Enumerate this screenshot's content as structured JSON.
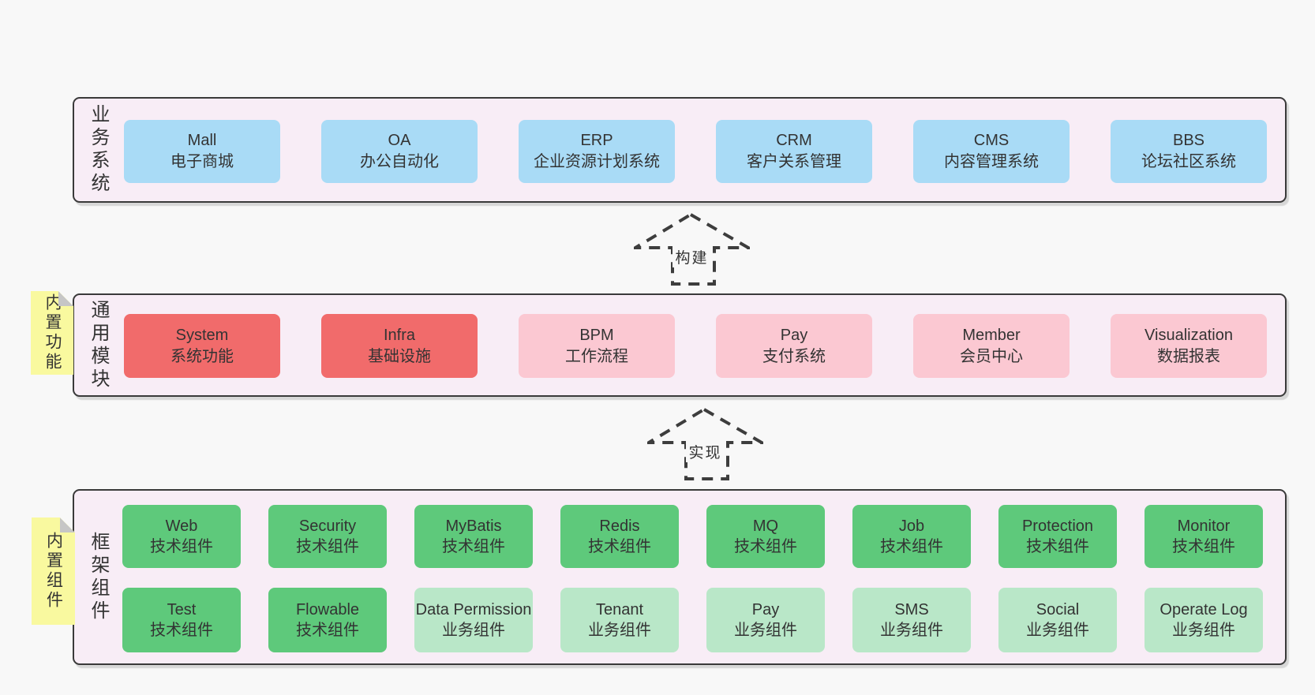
{
  "palette": {
    "page_bg": "#f8f8f8",
    "panel_bg": "#f8edf6",
    "panel_border": "#3a3a3a",
    "blue": "#a9dbf6",
    "red": "#f16b6b",
    "pink": "#fbc8d2",
    "green": "#5ec97b",
    "light_green": "#b9e7c8",
    "note_yellow": "#f9f99f",
    "text": "#333333"
  },
  "business": {
    "label": "业务系统",
    "items": [
      {
        "title": "Mall",
        "subtitle": "电子商城"
      },
      {
        "title": "OA",
        "subtitle": "办公自动化"
      },
      {
        "title": "ERP",
        "subtitle": "企业资源计划系统"
      },
      {
        "title": "CRM",
        "subtitle": "客户关系管理"
      },
      {
        "title": "CMS",
        "subtitle": "内容管理系统"
      },
      {
        "title": "BBS",
        "subtitle": "论坛社区系统"
      }
    ]
  },
  "build_arrow": {
    "label": "构建"
  },
  "modules": {
    "note": "内置功能",
    "label": "通用模块",
    "items": [
      {
        "title": "System",
        "subtitle": "系统功能"
      },
      {
        "title": "Infra",
        "subtitle": "基础设施"
      },
      {
        "title": "BPM",
        "subtitle": "工作流程"
      },
      {
        "title": "Pay",
        "subtitle": "支付系统"
      },
      {
        "title": "Member",
        "subtitle": "会员中心"
      },
      {
        "title": "Visualization",
        "subtitle": "数据报表"
      }
    ]
  },
  "implement_arrow": {
    "label": "实现"
  },
  "framework": {
    "note": "内置组件",
    "label": "框架组件",
    "rows": [
      [
        {
          "title": "Web",
          "subtitle": "技术组件"
        },
        {
          "title": "Security",
          "subtitle": "技术组件"
        },
        {
          "title": "MyBatis",
          "subtitle": "技术组件"
        },
        {
          "title": "Redis",
          "subtitle": "技术组件"
        },
        {
          "title": "MQ",
          "subtitle": "技术组件"
        },
        {
          "title": "Job",
          "subtitle": "技术组件"
        },
        {
          "title": "Protection",
          "subtitle": "技术组件"
        },
        {
          "title": "Monitor",
          "subtitle": "技术组件"
        }
      ],
      [
        {
          "title": "Test",
          "subtitle": "技术组件"
        },
        {
          "title": "Flowable",
          "subtitle": "技术组件"
        },
        {
          "title": "Data Permission",
          "subtitle": "业务组件"
        },
        {
          "title": "Tenant",
          "subtitle": "业务组件"
        },
        {
          "title": "Pay",
          "subtitle": "业务组件"
        },
        {
          "title": "SMS",
          "subtitle": "业务组件"
        },
        {
          "title": "Social",
          "subtitle": "业务组件"
        },
        {
          "title": "Operate Log",
          "subtitle": "业务组件"
        }
      ]
    ]
  }
}
